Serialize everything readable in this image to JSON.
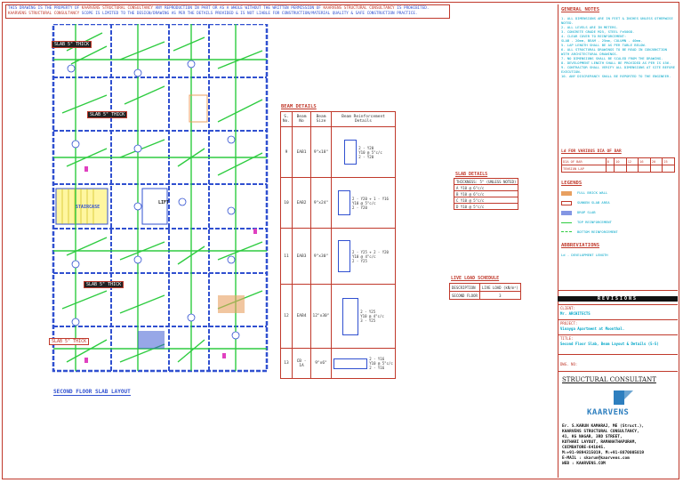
{
  "disclaimer": {
    "text_a": "THIS DRAWING IS THE PROPERTY OF",
    "company_a": "KAARVENS STRUCTURAL CONSULTANCY",
    "text_b": "ANY REPRODUCTION IN PART OR AS A WHOLE WITHOUT THE WRITTEN PERMISSION OF",
    "company_b": "KAARVENS STRUCTURAL CONSULTANCY",
    "text_c": "IS PROHIBITED.",
    "company_c": "KAARVENS STRUCTURAL CONSULTANCY",
    "text_d": "SCOPE IS LIMITED TO THE DESIGN/DRAWING AS PER THE DETAILS PROVIDED & IS NOT LIABLE FOR CONSTRUCTION/MATERIAL QUALITY & SAFE CONSTRUCTION PRACTICE."
  },
  "plan": {
    "title": "SECOND FLOOR SLAB LAYOUT",
    "tags": [
      "SLAB 5\" THICK",
      "SLAB 5\" THICK",
      "SLAB 5\" THICK",
      "SLAB 5\" THICK"
    ],
    "staircase": "STAIRCASE",
    "lift": "LIFT"
  },
  "beam": {
    "title": "BEAM DETAILS",
    "headers": [
      "S. No.",
      "Beam No",
      "Beam Size",
      "Beam Reinforcement Details"
    ],
    "rows": [
      {
        "sno": "9",
        "no": "EAB1",
        "size": "9\"x18\"",
        "r1": "2 - Y20",
        "r2": "Y10 @ 5\"c/c",
        "r3": "2 - Y20"
      },
      {
        "sno": "10",
        "no": "EAB2",
        "size": "9\"x24\"",
        "r1": "2 - Y20 + 1 - Y16",
        "r2": "Y10 @ 5\"c/c",
        "r3": "2 - Y20"
      },
      {
        "sno": "11",
        "no": "EAB3",
        "size": "9\"x30\"",
        "r1": "2 - Y25 + 2 - Y20",
        "r2": "Y10 @ 4\"c/c",
        "r3": "2 - Y25"
      },
      {
        "sno": "12",
        "no": "EAB4",
        "size": "12\"x30\"",
        "r1": "2 - Y25",
        "r2": "Y10 @ 4\"c/c",
        "r3": "3 - Y25"
      },
      {
        "sno": "13",
        "no": "CB - 1A",
        "size": "9\"x6\"",
        "r1": "2 - Y16",
        "r2": "Y10 @ 5\"c/c",
        "r3": "2 - Y16"
      }
    ]
  },
  "slab": {
    "title": "SLAB DETAILS",
    "header": "THICKNESS: 5\" (UNLESS NOTED)",
    "rows": [
      "A  Y10 @ 6\"c/c",
      "B  Y10 @ 6\"c/c",
      "C  Y10 @ 5\"c/c",
      "D  Y10 @ 5\"c/c"
    ]
  },
  "live": {
    "title": "LIVE LOAD SCHEDULE",
    "headers": [
      "DESCRIPTION",
      "LIVE LOAD (kN/m²)"
    ],
    "rows": [
      [
        "SECOND FLOOR",
        "3"
      ]
    ]
  },
  "panel": {
    "general_title": "GENERAL NOTES",
    "notes": [
      "1. ALL DIMENSIONS ARE IN FEET & INCHES UNLESS OTHERWISE NOTED.",
      "2. ALL LEVELS ARE IN METERS.",
      "3. CONCRETE GRADE M25, STEEL Fe500D.",
      "4. CLEAR COVER TO REINFORCEMENT:",
      "   SLAB - 20mm, BEAM - 25mm, COLUMN - 40mm.",
      "5. LAP LENGTH SHALL BE AS PER TABLE BELOW.",
      "6. ALL STRUCTURAL DRAWINGS TO BE READ IN CONJUNCTION WITH ARCHITECTURAL DRAWINGS.",
      "7. NO DIMENSIONS SHALL BE SCALED FROM THE DRAWING.",
      "8. DEVELOPMENT LENGTH SHALL BE PROVIDED AS PER IS 456.",
      "9. CONTRACTOR SHALL VERIFY ALL DIMENSIONS AT SITE BEFORE EXECUTION.",
      "10. ANY DISCREPANCY SHALL BE REPORTED TO THE ENGINEER."
    ],
    "lap_title": "Ld FOR VARIOUS DIA OF BAR",
    "lap_rows": [
      [
        "DIA OF BAR",
        "8",
        "10",
        "12",
        "16",
        "20",
        "25"
      ],
      [
        "TENSION LAP",
        "",
        "",
        "",
        "",
        "",
        ""
      ]
    ],
    "legend_title": "LEGENDS",
    "legends": [
      {
        "label": "FULL BRICK WALL",
        "color": "#e8a060"
      },
      {
        "label": "SUNKEN SLAB AREA",
        "color": "#c0392b"
      },
      {
        "label": "DROP SLAB",
        "color": "#3050d0"
      },
      {
        "label": "TOP REINFORCEMENT",
        "color": "#2ecc40"
      },
      {
        "label": "BOTTOM REINFORCEMENT",
        "color": "#2ecc40"
      }
    ],
    "abbr_title": "ABBREVIATIONS",
    "abbr": "Ld - DEVELOPMENT LENGTH",
    "rev_title": "REVISIONS",
    "client_label": "CLIENT:",
    "client": "Mr. ARCHITECTS",
    "project_label": "PROJECT:",
    "project": "Vinayga Apartment at Moonthal.",
    "title_label": "TITLE:",
    "title": "Second Floor Slab, Beam Layout & Details (5-5)",
    "dwg_label": "DWG. NO:",
    "consultant": "STRUCTURAL CONSULTANT",
    "logo": "KAARVENS",
    "address": [
      "Er. S.KARUN KAMARAJ, ME (Struct.),",
      "KAARVENS STRUCTURAL CONSULTANCY,",
      "41, KG NAGAR, 3RD STREET,",
      "KOTHARI LAYOUT, RAMANATHAPURAM,",
      "COIMBATORE-641045.",
      "M:+91-9894315019, M:+91-8870005019",
      "E-MAIL : skarun@kaarvens.com",
      "WEB : KAARVENS.COM"
    ]
  },
  "colors": {
    "frame": "#c0392b",
    "beam": "#3050d0",
    "rebar": "#2ecc40",
    "text": "#00a6c8"
  }
}
